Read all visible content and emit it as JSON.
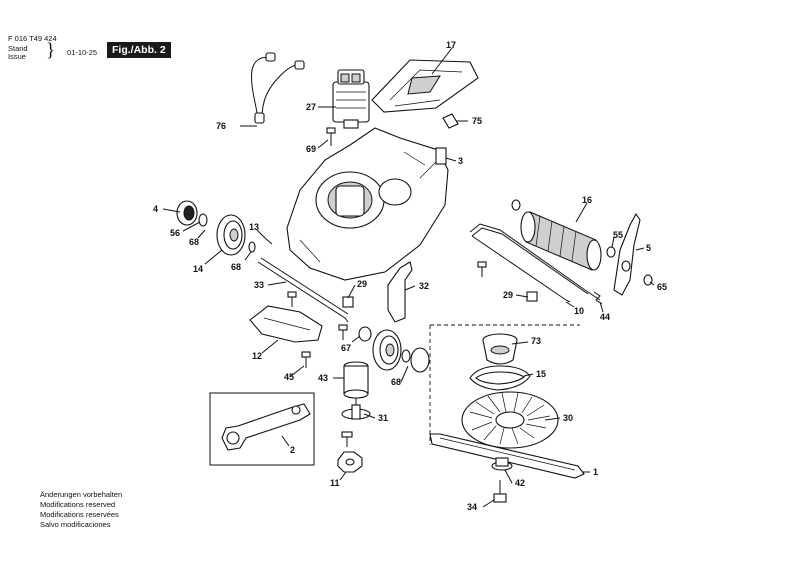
{
  "header": {
    "doc_code": "F 016 T49 424",
    "stand_label": "Stand",
    "issue_label": "Issue",
    "date": "01-10-25",
    "figure_label": "Fig./Abb. 2"
  },
  "notes": [
    "Änderungen vorbehalten",
    "Modifications reserved",
    "Modifications reservées",
    "Salvo modificaciones"
  ],
  "callouts": {
    "c1": "1",
    "c2": "2",
    "c3": "3",
    "c4": "4",
    "c5": "5",
    "c10": "10",
    "c11": "11",
    "c12": "12",
    "c13": "13",
    "c14": "14",
    "c15": "15",
    "c16": "16",
    "c17": "17",
    "c27": "27",
    "c29a": "29",
    "c29b": "29",
    "c30": "30",
    "c31": "31",
    "c32": "32",
    "c33": "33",
    "c34": "34",
    "c42": "42",
    "c43": "43",
    "c44": "44",
    "c45": "45",
    "c55": "55",
    "c56": "56",
    "c65": "65",
    "c67": "67",
    "c68a": "68",
    "c68b": "68",
    "c68c": "68",
    "c69": "69",
    "c73": "73",
    "c75": "75",
    "c76": "76"
  }
}
